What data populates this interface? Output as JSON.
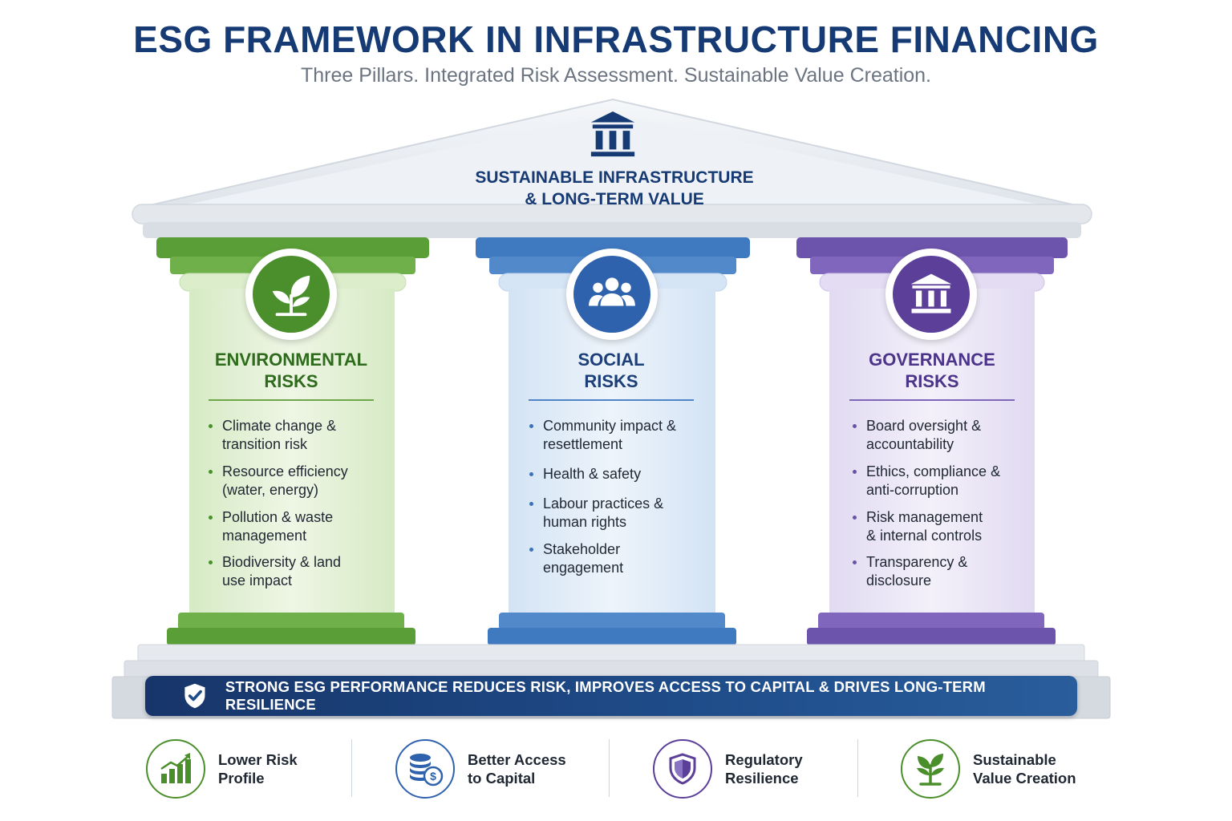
{
  "header": {
    "title": "ESG FRAMEWORK IN INFRASTRUCTURE FINANCING",
    "subtitle": "Three Pillars. Integrated Risk Assessment. Sustainable Value Creation."
  },
  "roof": {
    "icon": "institution-icon",
    "line1": "SUSTAINABLE INFRASTRUCTURE",
    "line2": "& LONG-TERM VALUE"
  },
  "pillars": [
    {
      "id": "environmental",
      "icon": "leaf-plant-icon",
      "title_line1": "ENVIRONMENTAL",
      "title_line2": "RISKS",
      "color": "#4b8f2c",
      "items": [
        {
          "line1": "Climate change &",
          "line2": "transition risk"
        },
        {
          "line1": "Resource efficiency",
          "line2": "(water, energy)"
        },
        {
          "line1": "Pollution & waste",
          "line2": "management"
        },
        {
          "line1": "Biodiversity & land",
          "line2": "use impact"
        }
      ]
    },
    {
      "id": "social",
      "icon": "people-group-icon",
      "title_line1": "SOCIAL",
      "title_line2": "RISKS",
      "color": "#2f62ad",
      "items": [
        {
          "line1": "Community impact &",
          "line2": "resettlement"
        },
        {
          "line1": "Health & safety",
          "line2": ""
        },
        {
          "line1": "Labour practices &",
          "line2": "human rights"
        },
        {
          "line1": "Stakeholder",
          "line2": "engagement"
        }
      ]
    },
    {
      "id": "governance",
      "icon": "institution-icon",
      "title_line1": "GOVERNANCE",
      "title_line2": "RISKS",
      "color": "#5b3f99",
      "items": [
        {
          "line1": "Board oversight &",
          "line2": "accountability"
        },
        {
          "line1": "Ethics, compliance &",
          "line2": "anti-corruption"
        },
        {
          "line1": "Risk management",
          "line2": "& internal controls"
        },
        {
          "line1": "Transparency &",
          "line2": "disclosure"
        }
      ]
    }
  ],
  "banner": {
    "icon": "shield-check-icon",
    "text": "STRONG ESG PERFORMANCE REDUCES RISK, IMPROVES ACCESS TO CAPITAL & DRIVES LONG-TERM RESILIENCE"
  },
  "benefits": [
    {
      "icon": "growth-chart-icon",
      "line1": "Lower Risk",
      "line2": "Profile",
      "color": "#4b8f2c"
    },
    {
      "icon": "coin-stack-icon",
      "line1": "Better Access",
      "line2": "to Capital",
      "color": "#2f62ad"
    },
    {
      "icon": "shield-icon",
      "line1": "Regulatory",
      "line2": "Resilience",
      "color": "#5b3f99"
    },
    {
      "icon": "sprout-icon",
      "line1": "Sustainable",
      "line2": "Value Creation",
      "color": "#4b8f2c"
    }
  ]
}
